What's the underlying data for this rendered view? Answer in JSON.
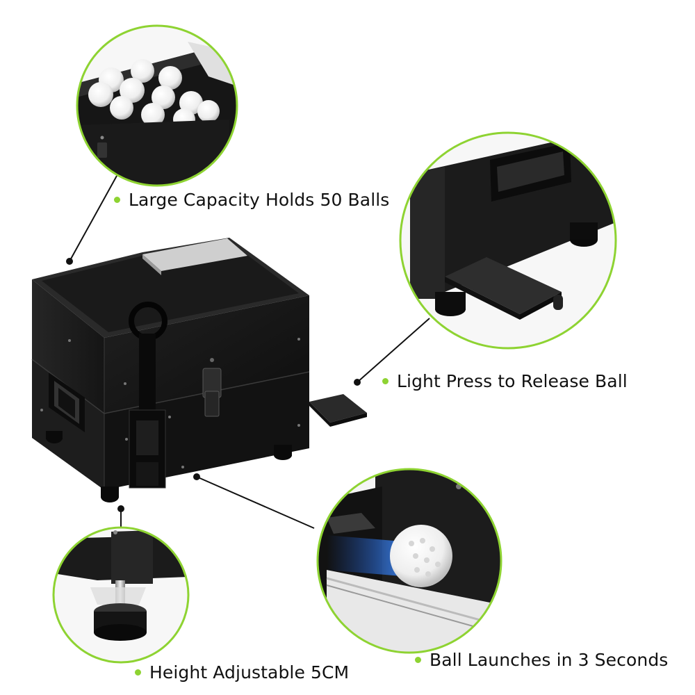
{
  "colors": {
    "accent": "#8ed332",
    "machine": "#1c1c1c",
    "ball": "#f4f4f4"
  },
  "features": [
    {
      "text": "Large Capacity Holds 50 Balls",
      "icon": "bullet-dot-icon"
    },
    {
      "text": "Light Press to Release Ball",
      "icon": "bullet-dot-icon"
    },
    {
      "text": "Ball Launches in 3 Seconds",
      "icon": "bullet-dot-icon"
    },
    {
      "text": "Height Adjustable 5CM",
      "icon": "bullet-dot-icon"
    }
  ]
}
